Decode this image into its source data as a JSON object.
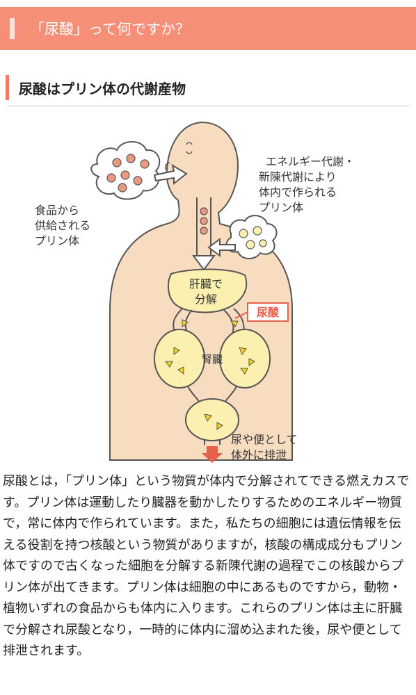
{
  "banner": {
    "title": "「尿酸」って何ですか？"
  },
  "section": {
    "title": "尿酸はプリン体の代謝産物"
  },
  "illustration": {
    "food_label": [
      "食品から",
      "供給される",
      "プリン体"
    ],
    "metabolism_label": [
      "エネルギー代謝・",
      "新陳代謝により",
      "体内で作られる",
      "プリン体"
    ],
    "liver_label": [
      "肝臓で",
      "分解"
    ],
    "uric_acid_label": "尿酸",
    "kidney_label": "腎臓",
    "excretion_label": [
      "尿や便として",
      "体外に排泄"
    ],
    "colors": {
      "skin": "#f8dcc0",
      "outline": "#555555",
      "organ": "#fbf0b0",
      "accent": "#e8604a",
      "dot": "#e89a80"
    }
  },
  "body": {
    "paragraph": "尿酸とは，「プリン体」という物質が体内で分解されてできる燃えカスです。プリン体は運動したり臓器を動かしたりするためのエネルギー物質で，常に体内で作られています。また，私たちの細胞には遺伝情報を伝える役割を持つ核酸という物質がありますが，核酸の構成成分もプリン体ですので古くなった細胞を分解する新陳代謝の過程でこの核酸からプリン体が出てきます。プリン体は細胞の中にあるものですから，動物・植物いずれの食品からも体内に入ります。これらのプリン体は主に肝臓で分解され尿酸となり，一時的に体内に溜め込まれた後，尿や便として排泄されます。"
  }
}
